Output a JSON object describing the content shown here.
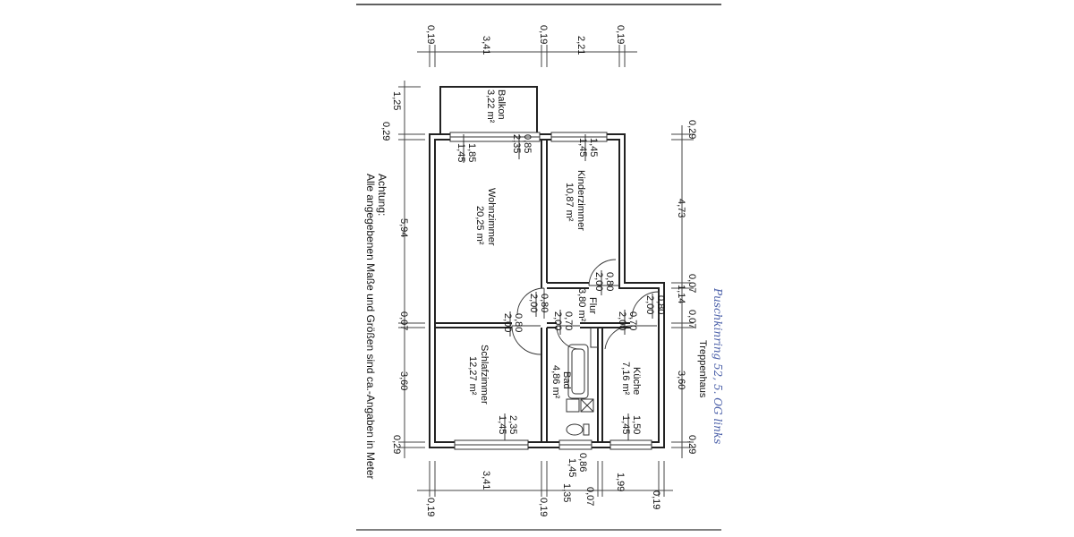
{
  "rooms": {
    "balkon": {
      "name": "Balkon",
      "area": "3,22 m²"
    },
    "wohnzimmer": {
      "name": "Wohnzimmer",
      "area": "20,25 m²"
    },
    "kinderzimmer": {
      "name": "Kinderzimmer",
      "area": "10,87 m²"
    },
    "flur": {
      "name": "Flur",
      "area": "3,80 m²"
    },
    "schlafzimmer": {
      "name": "Schlafzimmer",
      "area": "12,27 m²"
    },
    "bad": {
      "name": "Bad",
      "area": "4,86 m²"
    },
    "kueche": {
      "name": "Küche",
      "area": "7,16 m²"
    }
  },
  "dimensions": {
    "top": [
      "0,19",
      "3,41",
      "0,19",
      "2,21",
      "0,19"
    ],
    "bottom": [
      "0,19",
      "3,41",
      "0,19",
      "1,35",
      "0,07",
      "1,99",
      "0,19"
    ],
    "left": [
      "1,25",
      "0,29",
      "5,94",
      "0,07",
      "3,60",
      "0,29"
    ],
    "right": [
      "0,29",
      "4,73",
      "0,07",
      "1,14",
      "0,07",
      "3,60",
      "0,29"
    ]
  },
  "openings": {
    "wohnzimmer_window": [
      "1,85",
      "1,45"
    ],
    "balkon_door": [
      "0,85",
      "2,35"
    ],
    "kinderzimmer_window": [
      "1,45",
      "1,45"
    ],
    "kinderzimmer_door": [
      "0,80",
      "2,00"
    ],
    "wohnzimmer_door": [
      "0,80",
      "2,00"
    ],
    "flur_entry_door": [
      "0,80",
      "2,00"
    ],
    "schlafzimmer_door": [
      "0,80",
      "2,00"
    ],
    "bad_door": [
      "0,70",
      "2,00"
    ],
    "kueche_door": [
      "0,70",
      "2,00"
    ],
    "schlafzimmer_window": [
      "2,35",
      "1,45"
    ],
    "kueche_window": [
      "1,50",
      "1,45"
    ],
    "bad_window": [
      "0,86",
      "1,45"
    ]
  },
  "labels": {
    "treppenhaus": "Treppenhaus",
    "achtung": "Achtung:",
    "note": "Alle angegebenen Maße und Größen sind ca.-Angaben in Meter",
    "handwritten": "Puschkinring 52, 5. OG links"
  }
}
